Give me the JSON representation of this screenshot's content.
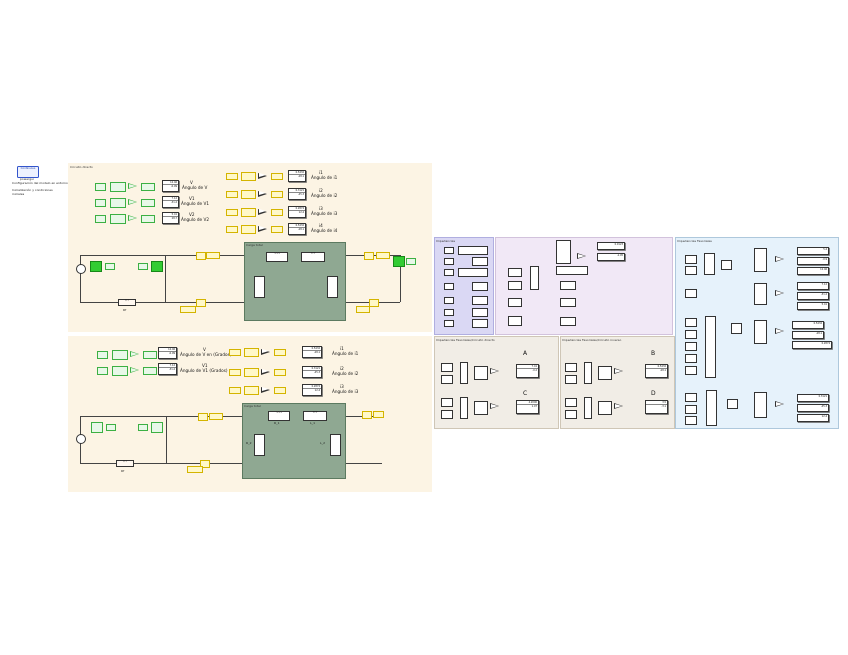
{
  "colors": {
    "cream": "#fcf4e4",
    "lavender": "#dad8f4",
    "pink": "#f1e8f6",
    "beige": "#f1ede6",
    "light_blue": "#e6f2fb",
    "subsystem_green": "#8fa892",
    "signal_green": "#3cb043",
    "signal_yellow": "#d4b400"
  },
  "powergui": {
    "line1": "Continuous",
    "line2": "powergui",
    "caption1": "Configuración del modelo en entorno",
    "caption2": "Inicialización y condiciones",
    "caption3": "iniciales"
  },
  "top_panel": {
    "title": "Circuito directo",
    "outputs": [
      {
        "name": "V",
        "desc": "Ángulo de V"
      },
      {
        "name": "V1",
        "desc": "Ángulo de V1"
      },
      {
        "name": "V2",
        "desc": "Ángulo de V2"
      }
    ],
    "currents": [
      {
        "name": "i1",
        "desc": "Ángulo de i1"
      },
      {
        "name": "i2",
        "desc": "Ángulo de i2"
      },
      {
        "name": "i3",
        "desc": "Ángulo de i3"
      },
      {
        "name": "i4",
        "desc": "Ángulo de i4"
      }
    ],
    "subsystem_title": "Carga total"
  },
  "bottom_panel": {
    "outputs": [
      {
        "name": "V",
        "desc": "Ángulo de V en (Grados)"
      },
      {
        "name": "V1",
        "desc": "Ángulo de V1 (Grados)"
      }
    ],
    "currents": [
      {
        "name": "i1",
        "desc": "Ángulo de i1"
      },
      {
        "name": "i2",
        "desc": "Ángulo de i2"
      },
      {
        "name": "i3",
        "desc": "Ángulo de i3"
      }
    ],
    "subsystem_title": "Carga total",
    "labels": [
      "R_1",
      "L_1",
      "R_2",
      "L_2",
      "R_3"
    ]
  },
  "panels": {
    "lavender_title": "Impedancias",
    "pink_title": "",
    "beige_left_title": "Impedancias Fasoriales/Circuito directo",
    "beige_right_title": "Impedancias Fasoriales/Circuito inverso",
    "blue_title": "Impedancias Fasoriales"
  },
  "letters": [
    "A",
    "B",
    "C",
    "D"
  ]
}
